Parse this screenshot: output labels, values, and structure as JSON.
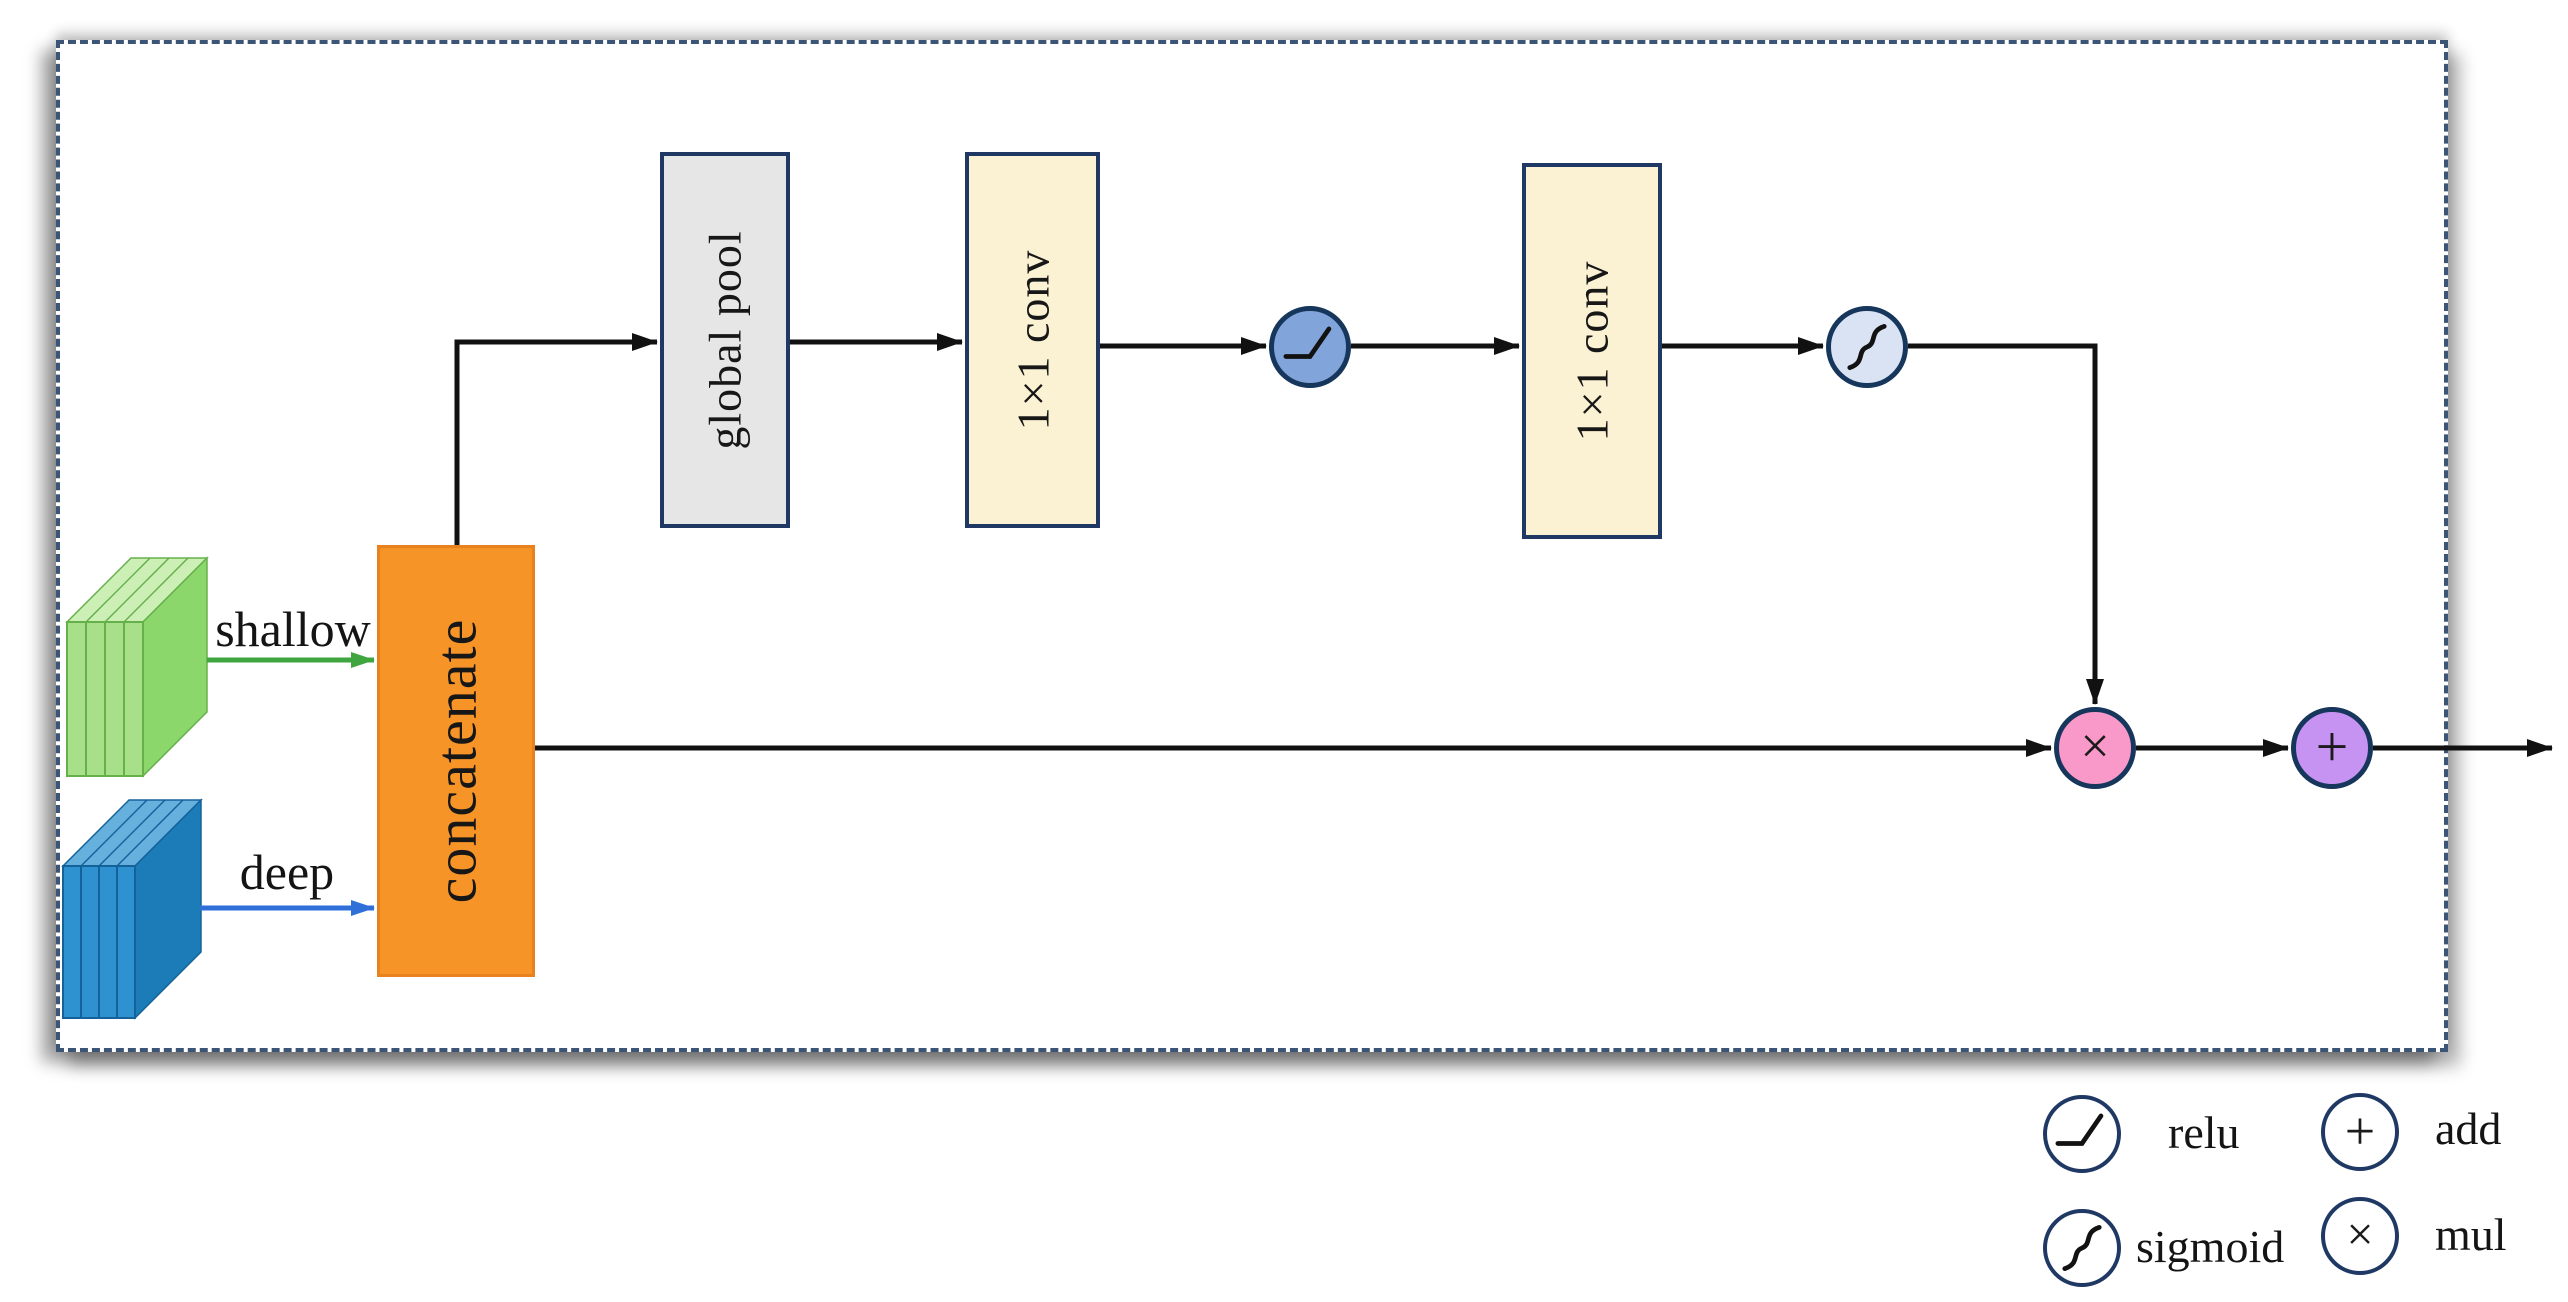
{
  "figure": {
    "description": "channel attention fusion module diagram"
  },
  "inputs": {
    "shallow_label": "shallow",
    "deep_label": "deep"
  },
  "nodes": {
    "concatenate": "concatenate",
    "global_pool": "global pool",
    "conv1": "1×1 conv",
    "conv2": "1×1 conv"
  },
  "operators": {
    "mul_symbol": "×",
    "add_symbol": "+"
  },
  "legend": {
    "relu_label": "relu",
    "add_label": "add",
    "sigmoid_label": "sigmoid",
    "mul_label": "mul",
    "add_symbol": "+",
    "mul_symbol": "×"
  },
  "colors": {
    "navy": "#1F3864",
    "navy_dark": "#16365C",
    "frame": "#3C5577",
    "ink": "#111111",
    "orange": "#F79428",
    "orange_border": "#E8821C",
    "cream": "#FBF1D3",
    "gray": "#E7E6E6",
    "relu_fill": "#81A4DA",
    "sigmoid_fill": "#D9E3F4",
    "mul_fill": "#F999C9",
    "add_fill": "#C793F2",
    "green_arrow": "#3FA63F",
    "blue_arrow": "#2E6FD8",
    "green_face": "#A8E08A",
    "green_top": "#CCEFB6",
    "green_side": "#8CD76C",
    "green_sep": "#66B04B",
    "blue_face": "#2E92D1",
    "blue_top": "#66B0DD",
    "blue_side": "#1B7CB8",
    "blue_sep": "#15629B"
  }
}
